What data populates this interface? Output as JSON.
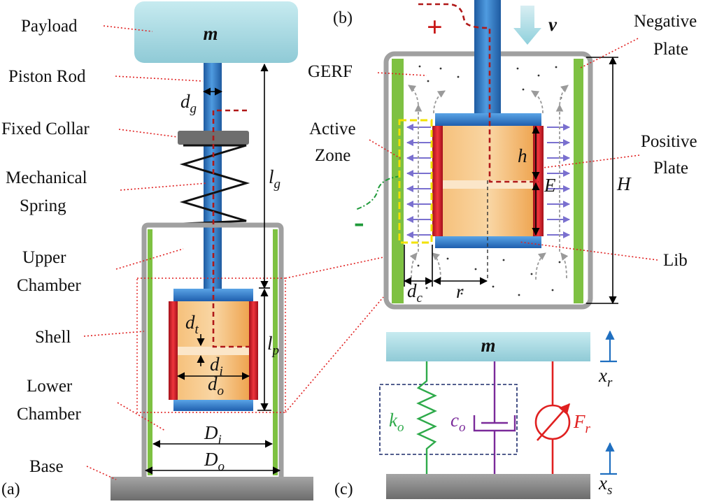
{
  "labels": {
    "payload": "Payload",
    "piston_rod": "Piston Rod",
    "fixed_collar": "Fixed Collar",
    "mechanical_spring_1": "Mechanical",
    "mechanical_spring_2": "Spring",
    "upper_chamber_1": "Upper",
    "upper_chamber_2": "Chamber",
    "shell": "Shell",
    "lower_chamber_1": "Lower",
    "lower_chamber_2": "Chamber",
    "base": "Base",
    "gerf": "GERF",
    "active_zone_1": "Active",
    "active_zone_2": "Zone",
    "negative_plate_1": "Negative",
    "negative_plate_2": "Plate",
    "positive_plate_1": "Positive",
    "positive_plate_2": "Plate",
    "lib": "Lib"
  },
  "symbols": {
    "mass_a": "m",
    "mass_c": "m",
    "velocity": "v",
    "plus": "+",
    "minus": "-",
    "dg": [
      "d",
      "g"
    ],
    "lg": [
      "l",
      "g"
    ],
    "lp": [
      "l",
      "p"
    ],
    "dt": [
      "d",
      "t"
    ],
    "di": [
      "d",
      "i"
    ],
    "do": [
      "d",
      "o"
    ],
    "Di": [
      "D",
      "i"
    ],
    "Do": [
      "D",
      "o"
    ],
    "h": "h",
    "E": "E",
    "H": "H",
    "dc": [
      "d",
      "c"
    ],
    "r": "r",
    "ko": [
      "k",
      "o"
    ],
    "co": [
      "c",
      "o"
    ],
    "Fr": [
      "F",
      "r"
    ],
    "xr": [
      "x",
      "r"
    ],
    "xs": [
      "x",
      "s"
    ]
  },
  "panels": {
    "a": "(a)",
    "b": "(b)",
    "c": "(c)"
  },
  "colors": {
    "payload": "#a9dbe3",
    "rod": "#2f78c4",
    "shell": "#9e9e9e",
    "electrode_green": "#7ec142",
    "piston_orange": "#f4b15f",
    "electrode_red": "#d8202a",
    "arrow_blue": "#7a70cf",
    "zone_yellow": "#f2e200",
    "spring_green": "#2eaa4a",
    "damper_purple": "#7a2a9a",
    "force_red": "#e02020",
    "damper_box": "#1a2a6a",
    "base_gray": "#8a8a8a"
  }
}
